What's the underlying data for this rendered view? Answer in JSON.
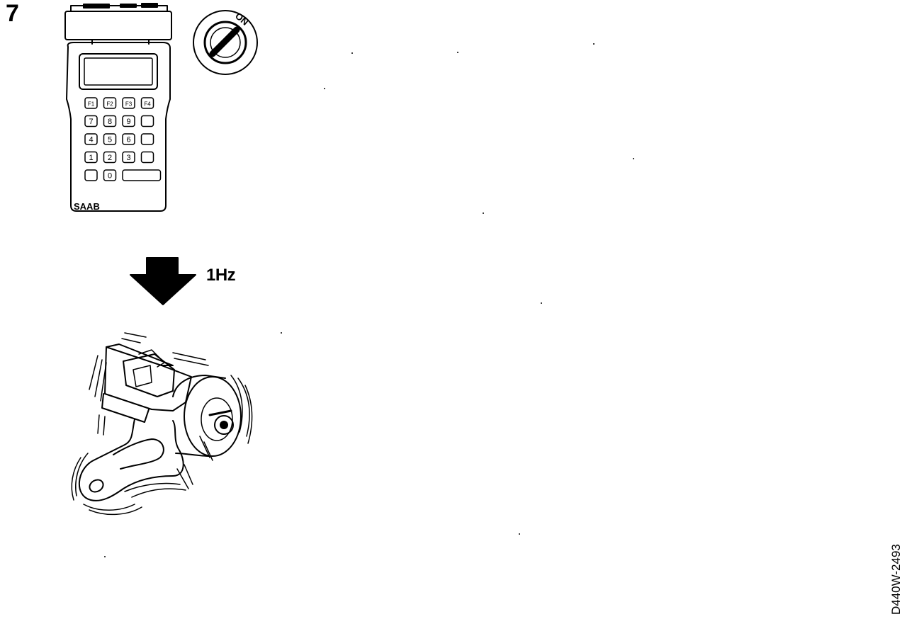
{
  "figure": {
    "step_number": "7",
    "frequency_label": "1Hz",
    "reference_code": "D440W-2493"
  },
  "tester": {
    "brand_label": "SAAB",
    "keypad_rows": [
      [
        "F1",
        "F2",
        "F3",
        "F4"
      ],
      [
        "7",
        "8",
        "9",
        ""
      ],
      [
        "4",
        "5",
        "6",
        ""
      ],
      [
        "1",
        "2",
        "3",
        ""
      ],
      [
        "",
        "0",
        ""
      ]
    ]
  },
  "ignition": {
    "on_label": "ON"
  },
  "colors": {
    "ink": "#000000",
    "paper": "#ffffff"
  }
}
